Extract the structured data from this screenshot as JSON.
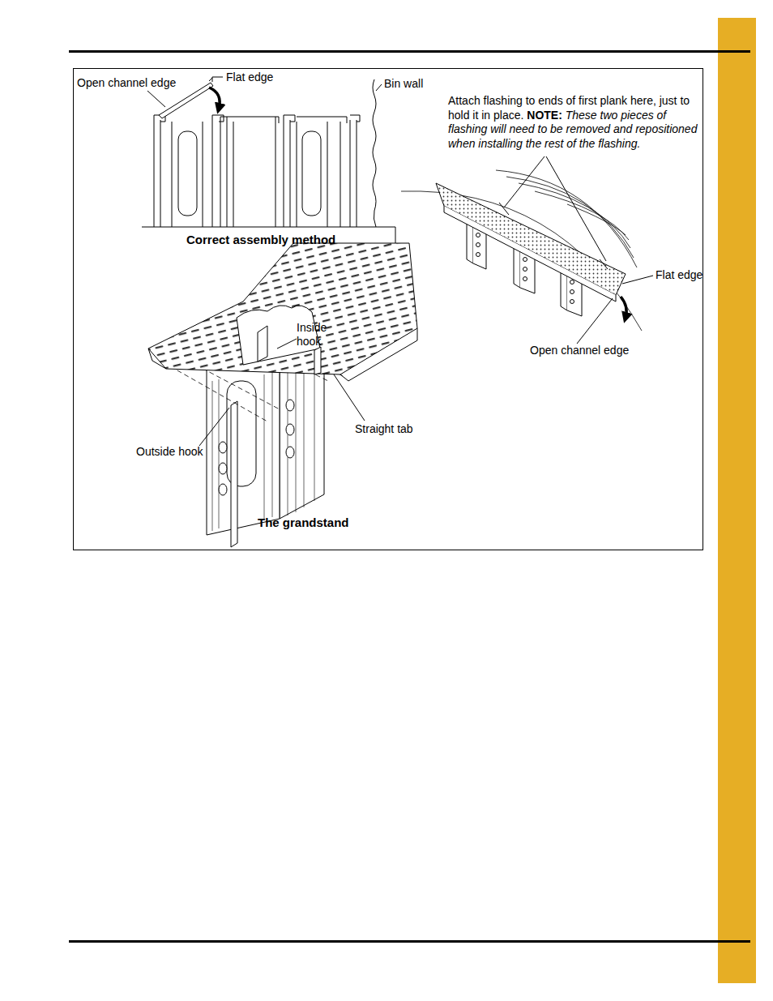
{
  "diagram": {
    "labels": [
      "Open channel edge",
      "Flat edge",
      "Bin wall",
      "Correct assembly method",
      "Attach flashing to ends of first plank here, just to hold it in place.",
      "NOTE:",
      "These two pieces of flashing will need to be removed and repositioned when installing the rest of the flashing.",
      "Flat edge",
      "Open channel edge",
      "Inside hook",
      "Straight tab",
      "Outside hook",
      "The grandstand"
    ]
  }
}
